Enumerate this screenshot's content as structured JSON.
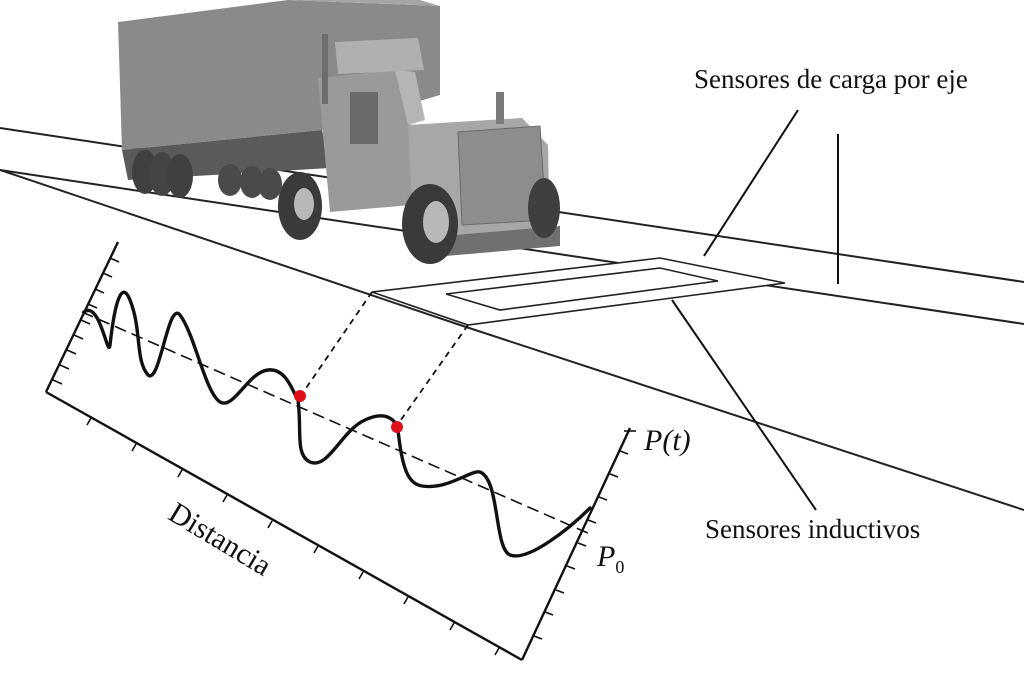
{
  "labels": {
    "axle_sensors": "Sensores de carga por eje",
    "inductive_sensors": "Sensores inductivos",
    "distance": "Distancia",
    "force_axis_symbol": "P(t)",
    "static_load_symbol": "P",
    "static_load_subscript": "0"
  },
  "icons": {
    "truck": "truck-icon"
  },
  "colors": {
    "marker": "#e0101a",
    "line": "#111111",
    "truck": "#8c8c8c"
  }
}
